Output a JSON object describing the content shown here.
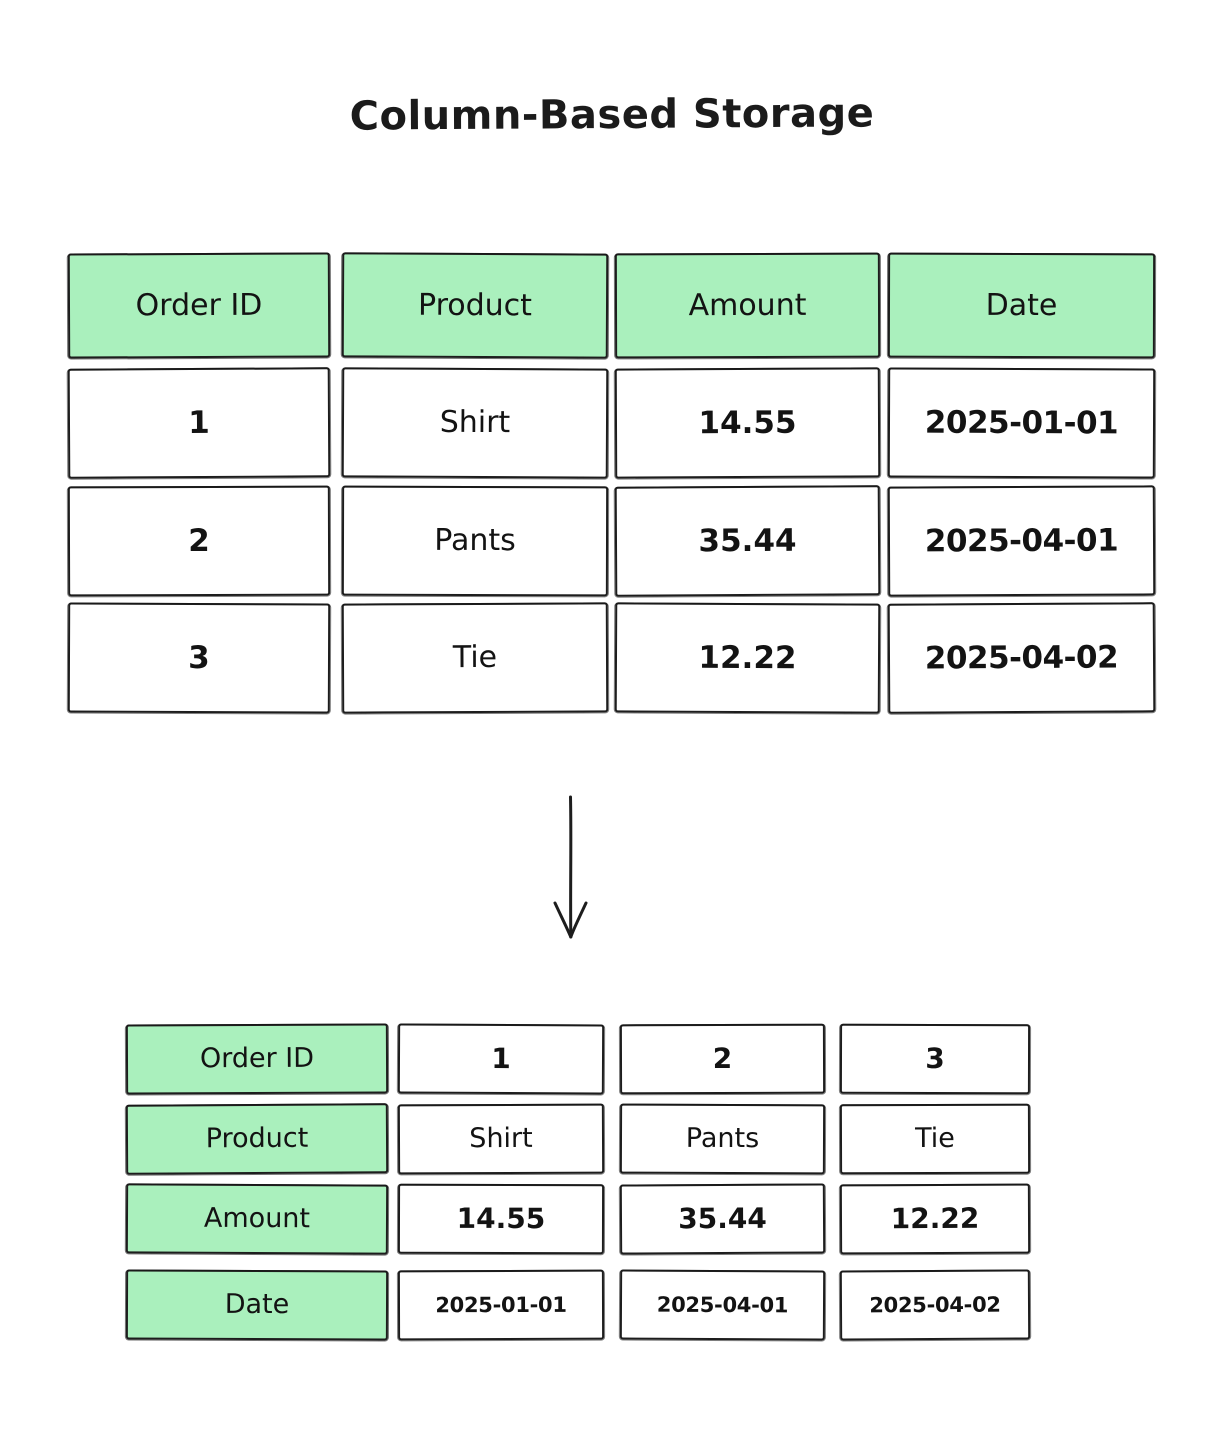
{
  "title": "Column-Based Storage",
  "colors": {
    "header_fill": "#aaf0bd",
    "stroke": "#1d1d1d",
    "background": "#ffffff",
    "text": "#131313"
  },
  "row_table": {
    "name": "row-oriented-source-table",
    "columns": [
      "Order ID",
      "Product",
      "Amount",
      "Date"
    ],
    "rows": [
      [
        "1",
        "Shirt",
        "14.55",
        "2025-01-01"
      ],
      [
        "2",
        "Pants",
        "35.44",
        "2025-04-01"
      ],
      [
        "3",
        "Tie",
        "12.22",
        "2025-04-02"
      ]
    ]
  },
  "arrow": {
    "name": "downward-arrow",
    "direction": "down"
  },
  "column_table": {
    "name": "column-oriented-table",
    "row_labels": [
      "Order ID",
      "Product",
      "Amount",
      "Date"
    ],
    "values": [
      [
        "1",
        "2",
        "3"
      ],
      [
        "Shirt",
        "Pants",
        "Tie"
      ],
      [
        "14.55",
        "35.44",
        "12.22"
      ],
      [
        "2025-01-01",
        "2025-04-01",
        "2025-04-02"
      ]
    ]
  }
}
